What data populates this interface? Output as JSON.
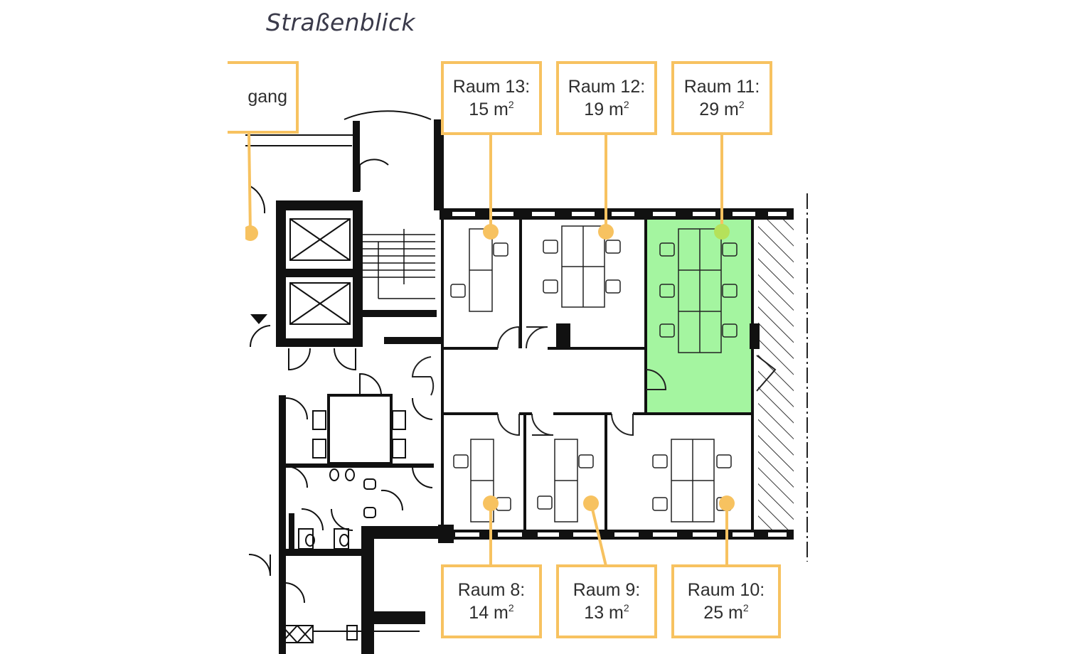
{
  "street_label": "Straßenblick",
  "entrance_label": "gang",
  "rooms": [
    {
      "id": "13",
      "name": "Raum 13:",
      "area": "15 m",
      "unit_exp": "2"
    },
    {
      "id": "12",
      "name": "Raum 12:",
      "area": "19 m",
      "unit_exp": "2"
    },
    {
      "id": "11",
      "name": "Raum 11:",
      "area": "29 m",
      "unit_exp": "2"
    },
    {
      "id": "8",
      "name": "Raum 8:",
      "area": "14 m",
      "unit_exp": "2"
    },
    {
      "id": "9",
      "name": "Raum 9:",
      "area": "13 m",
      "unit_exp": "2"
    },
    {
      "id": "10",
      "name": "Raum 10:",
      "area": "25 m",
      "unit_exp": "2"
    }
  ],
  "selected_room": "11",
  "colors": {
    "label_border": "#f7c260",
    "marker": "#f7c260",
    "selected_fill": "#a4f5a0",
    "selected_marker": "#b5e15a",
    "wall": "#111111"
  }
}
